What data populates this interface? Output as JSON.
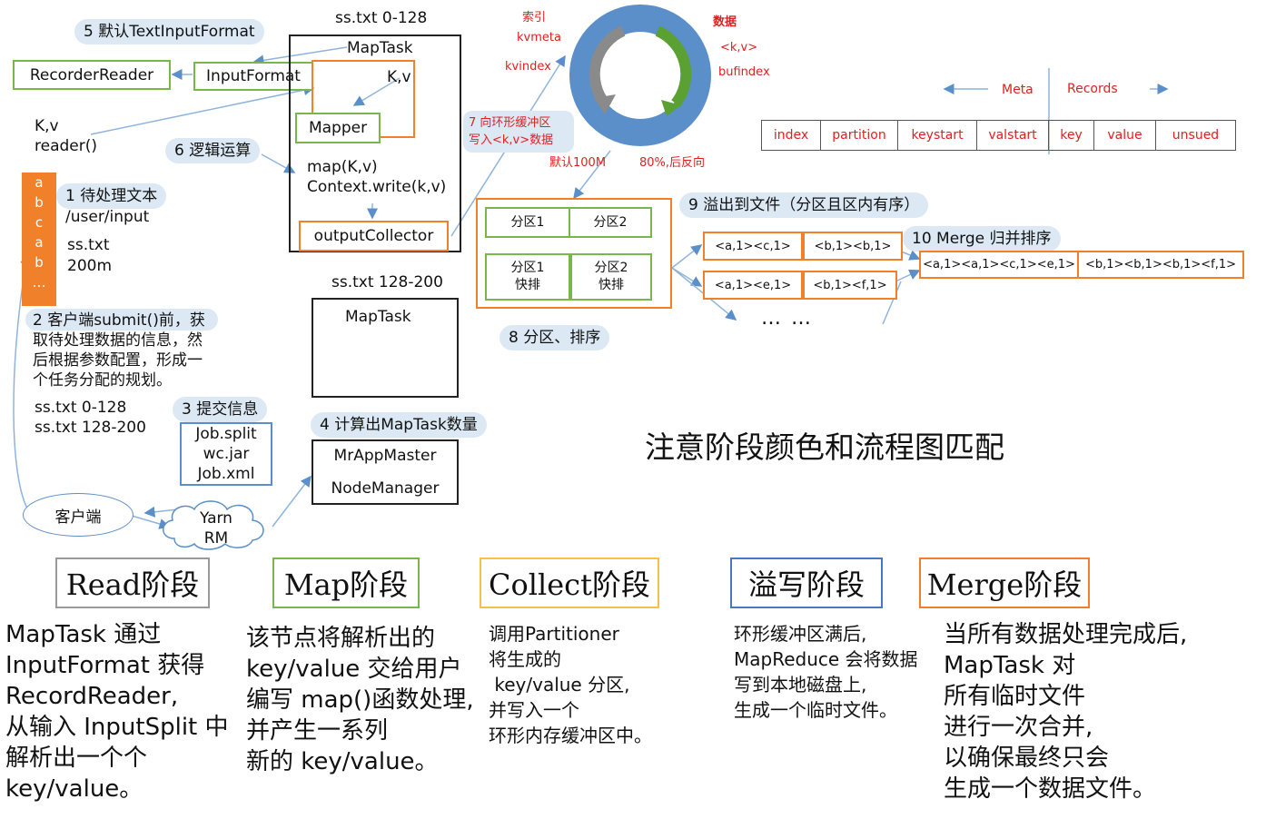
{
  "read_pipeline": {
    "step5_label": "5 默认TextInputFormat",
    "recorder_reader": "RecorderReader",
    "input_format": "InputFormat",
    "kv_reader": [
      "K,v",
      "reader()"
    ],
    "step6_label": "6 逻辑运算",
    "step1_label": "1 待处理文本",
    "input_path": "/user/input",
    "file_name": "ss.txt",
    "file_size": "200m",
    "file_chars": [
      "a",
      "b",
      "c",
      "a",
      "b",
      "…"
    ],
    "step2_lines": [
      "2 客户端submit()前，获",
      "取待处理数据的信息，然",
      "后根据参数配置，形成一",
      "个任务分配的规划。"
    ],
    "splits": [
      "ss.txt  0-128",
      "ss.txt  128-200"
    ],
    "step3_label": "3 提交信息",
    "job_files": [
      "Job.split",
      "wc.jar",
      "Job.xml"
    ],
    "client": "客户端",
    "yarn": [
      "Yarn",
      "RM"
    ],
    "step4_label": "4 计算出MapTask数量",
    "mrappmaster": "MrAppMaster",
    "nodemanager": "NodeManager"
  },
  "maptask1": {
    "split_title": "ss.txt 0-128",
    "title": "MapTask",
    "kv": "K,v",
    "mapper": "Mapper",
    "code": [
      "map(K,v)",
      "Context.write(k,v)"
    ],
    "output_collector": "outputCollector"
  },
  "maptask2": {
    "split_title": "ss.txt 128-200",
    "title": "MapTask"
  },
  "ring_buffer": {
    "index": "索引",
    "kvmeta": "kvmeta",
    "kvindex": "kvindex",
    "data": "数据",
    "kv": "<k,v>",
    "bufindex": "bufindex",
    "step7_lines": [
      "7 向环形缓冲区",
      "写入<k,v>数据"
    ],
    "default_size": "默认100M",
    "reverse": "80%,后反向"
  },
  "meta_table": {
    "meta_label": "Meta",
    "records_label": "Records",
    "columns": [
      "index",
      "partition",
      "keystart",
      "valstart",
      "key",
      "value",
      "unsued"
    ]
  },
  "partition": {
    "cells": [
      "分区1",
      "分区2",
      "分区1\n快排",
      "分区2\n快排"
    ],
    "step8_label": "8 分区、排序",
    "step9_label": "9 溢出到文件（分区且区内有序）",
    "spill_rows": [
      [
        "<a,1><c,1>",
        "<b,1><b,1>"
      ],
      [
        "<a,1><e,1>",
        "<b,1><f,1>"
      ]
    ],
    "ellipsis": "… …",
    "step10_label": "10 Merge 归并排序",
    "merged": [
      "<a,1><a,1><c,1><e,1>",
      "<b,1><b,1><b,1><f,1>"
    ]
  },
  "note": "注意阶段颜色和流程图匹配",
  "stages": [
    {
      "label": "Read阶段",
      "color": "#9a9a9a",
      "desc": [
        "MapTask 通过",
        "InputFormat 获得",
        "RecordReader,",
        "从输入 InputSplit 中",
        "解析出一个个",
        "key/value。"
      ]
    },
    {
      "label": "Map阶段",
      "color": "#78b84a",
      "desc": [
        "该节点将解析出的",
        "key/value 交给用户",
        "编写 map()函数处理,",
        "并产生一系列",
        "新的 key/value。"
      ]
    },
    {
      "label": "Collect阶段",
      "color": "#f5c242",
      "desc": [
        "调用Partitioner",
        "将生成的",
        " key/value 分区,",
        "并写入一个",
        "环形内存缓冲区中。"
      ]
    },
    {
      "label": "溢写阶段",
      "color": "#4a78c4",
      "desc": [
        "环形缓冲区满后,",
        "MapReduce 会将数据",
        "写到本地磁盘上,",
        "生成一个临时文件。"
      ]
    },
    {
      "label": "Merge阶段",
      "color": "#f0802a",
      "desc": [
        "当所有数据处理完成后,",
        "MapTask 对",
        "所有临时文件",
        "进行一次合并,",
        "以确保最终只会",
        "生成一个数据文件。"
      ]
    }
  ]
}
